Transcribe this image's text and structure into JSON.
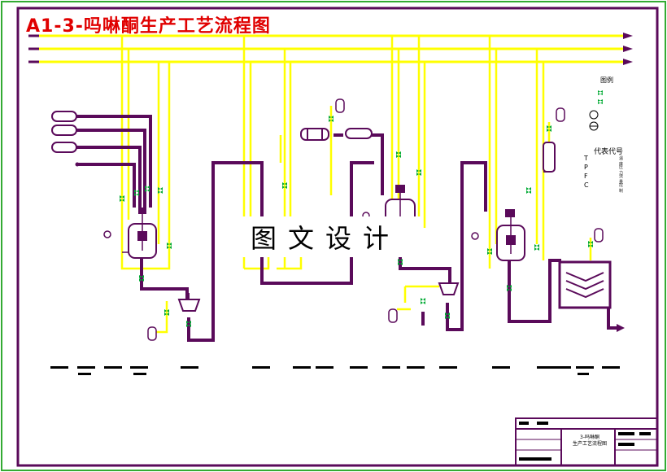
{
  "title": "A1-3-吗啉酮生产工艺流程图",
  "watermark": "图文设计",
  "legend": {
    "heading": "图例"
  },
  "codes": {
    "heading": "代表代号",
    "items": [
      {
        "letter": "T",
        "desc": "温度"
      },
      {
        "letter": "P",
        "desc": "压力"
      },
      {
        "letter": "F",
        "desc": "流量"
      },
      {
        "letter": "C",
        "desc": "控制"
      }
    ]
  },
  "title_block": {
    "line1": "3-吗啉酮",
    "line2": "生产工艺流程图"
  },
  "colors": {
    "border": "#5a0a5a",
    "process": "#5a0a5a",
    "utility": "#ffff00",
    "valve": "#00aa33",
    "title": "#e00000"
  }
}
